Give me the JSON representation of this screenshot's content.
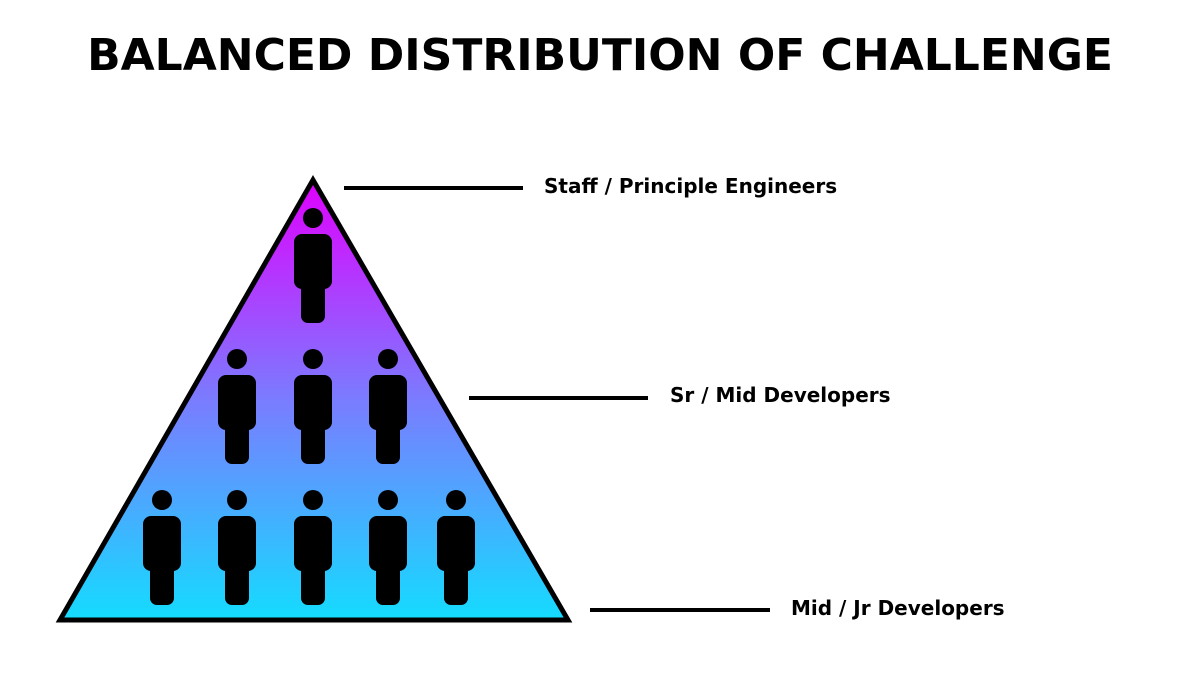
{
  "title": "BALANCED DISTRIBUTION OF CHALLENGE",
  "tiers": [
    {
      "label": "Staff / Principle Engineers",
      "people": 1
    },
    {
      "label": "Sr / Mid Developers",
      "people": 3
    },
    {
      "label": "Mid / Jr Developers",
      "people": 5
    }
  ],
  "colors": {
    "gradient_top": "#e000ff",
    "gradient_mid": "#7a7cff",
    "gradient_bottom": "#14dcff",
    "ink": "#000000"
  }
}
